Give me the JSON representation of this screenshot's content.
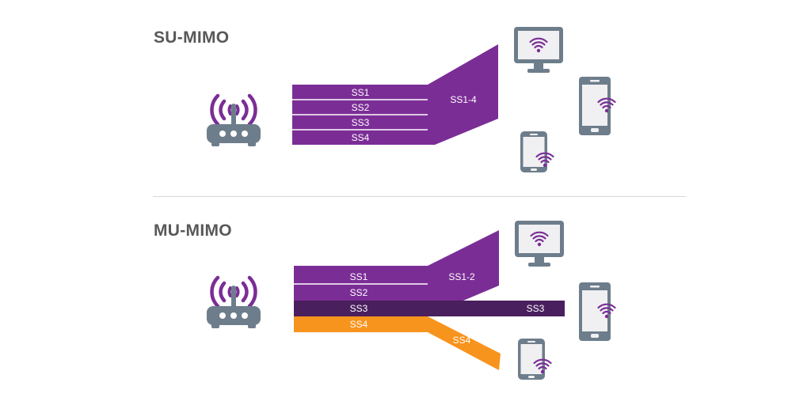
{
  "su_mimo": {
    "title": "SU-MIMO",
    "streams": [
      "SS1",
      "SS2",
      "SS3",
      "SS4"
    ],
    "combined_label": "SS1-4"
  },
  "mu_mimo": {
    "title": "MU-MIMO",
    "streams": [
      "SS1",
      "SS2",
      "SS3",
      "SS4"
    ],
    "group_label": "SS1-2",
    "ss3_label": "SS3",
    "ss4_label": "SS4"
  },
  "colors": {
    "purple": "#7b2d96",
    "dark_purple": "#4a1f5e",
    "orange": "#f7941d",
    "device_gray": "#6d7d8b",
    "device_screen": "#f0f0f2",
    "wifi_purple": "#7b2d96"
  },
  "icons": [
    "router-icon",
    "monitor-icon",
    "tablet-icon",
    "phone-icon",
    "wifi-icon"
  ]
}
